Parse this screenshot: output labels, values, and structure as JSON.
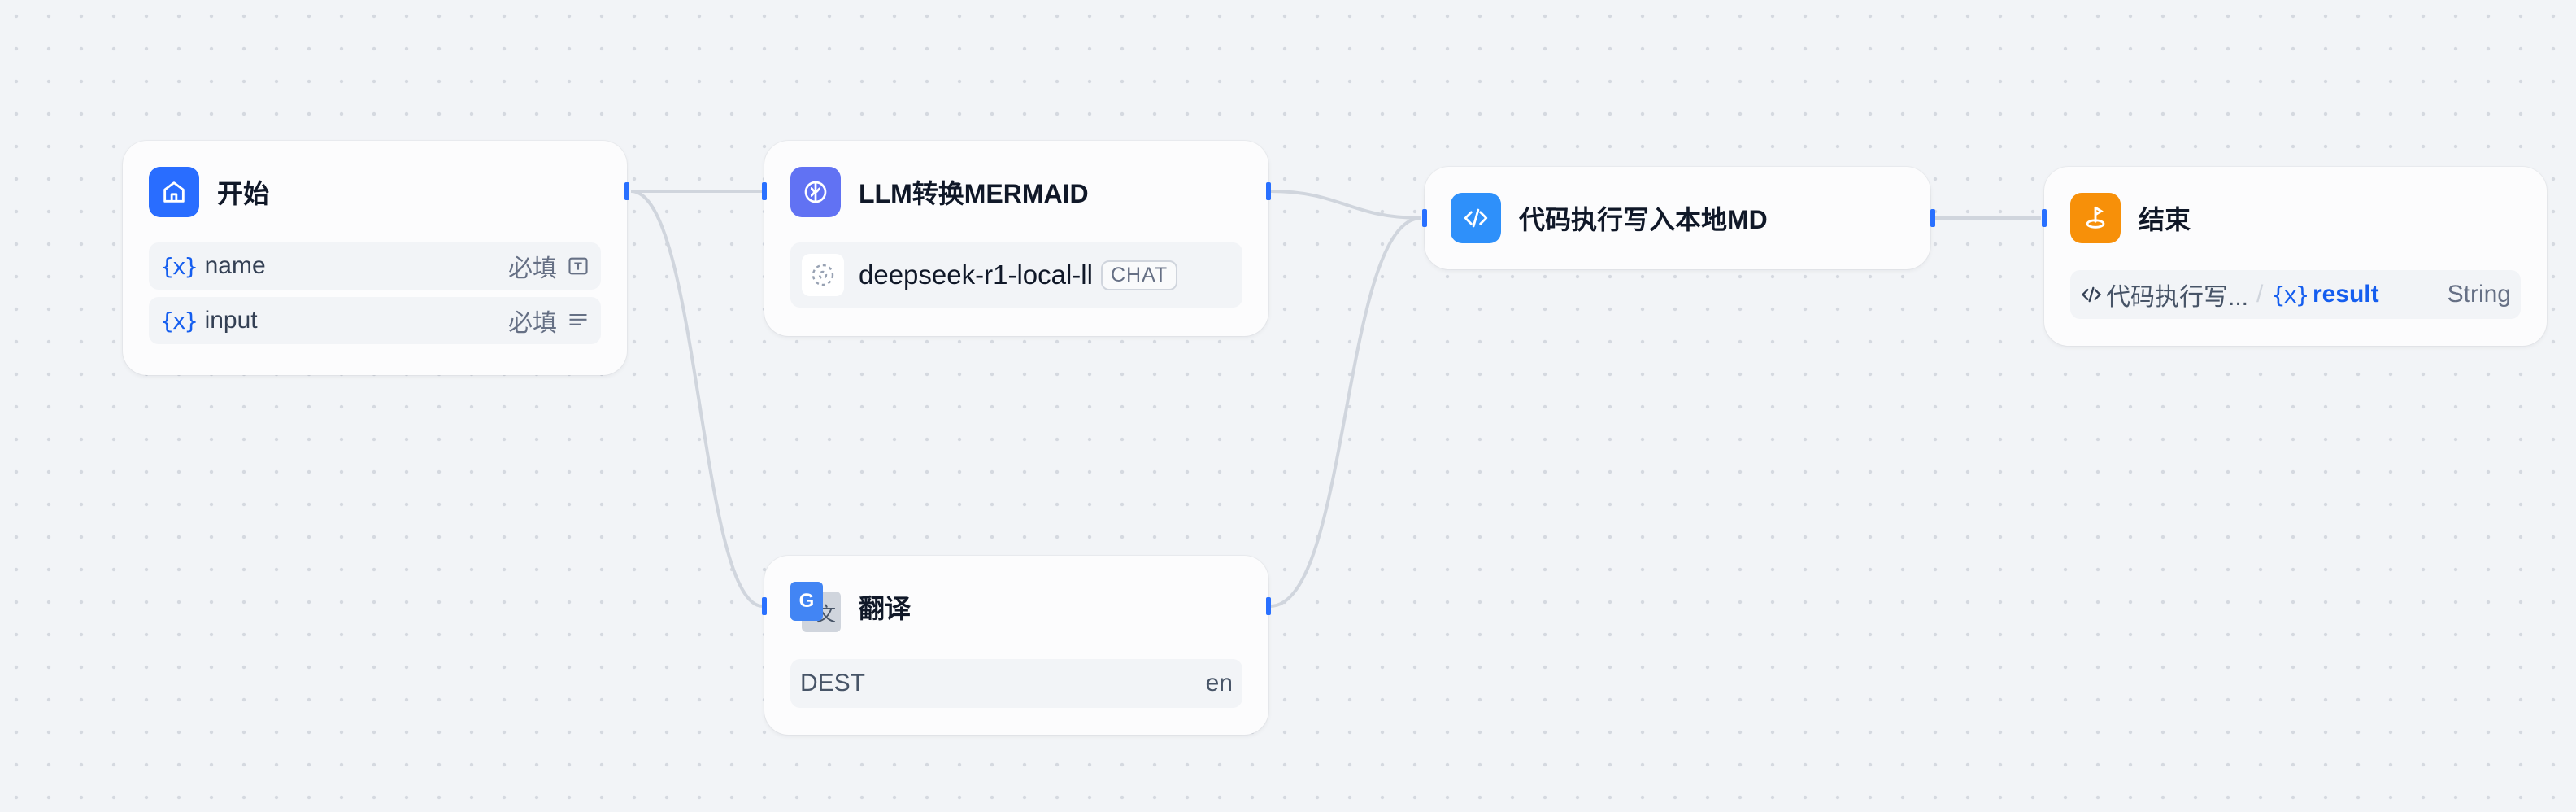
{
  "nodes": {
    "start": {
      "title": "开始",
      "icon": "home-icon",
      "color": "#296dff",
      "variables": [
        {
          "name": "name",
          "required": "必填",
          "type_icon": "text-input-icon"
        },
        {
          "name": "input",
          "required": "必填",
          "type_icon": "paragraph-icon"
        }
      ]
    },
    "llm": {
      "title": "LLM转换MERMAID",
      "icon": "llm-brain-icon",
      "color": "#6172f3",
      "model": "deepseek-r1-local-ll",
      "model_mode": "CHAT"
    },
    "translate": {
      "title": "翻译",
      "icon": "google-translate-icon",
      "param_label": "DEST",
      "param_value": "en"
    },
    "code": {
      "title": "代码执行写入本地MD",
      "icon": "code-icon",
      "color": "#2e90fa"
    },
    "end": {
      "title": "结束",
      "icon": "end-flag-icon",
      "color": "#f79009",
      "output_source": "代码执行写...",
      "separator": "/",
      "output_var": "result",
      "output_type": "String"
    }
  },
  "colors": {
    "handle": "#2970ff",
    "edge": "#d0d5dd",
    "var_blue": "#155eef"
  }
}
